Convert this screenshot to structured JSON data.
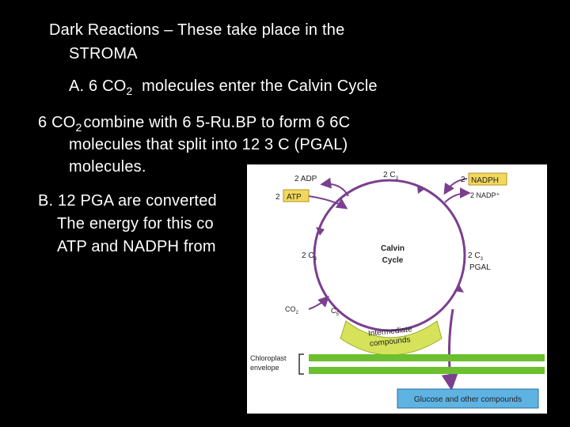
{
  "slide": {
    "line1": "Dark Reactions – These take place in the",
    "line2": "STROMA",
    "point_a_prefix": "A. 6 CO",
    "point_a_sub": "2",
    "point_a_suffix": "molecules enter the Calvin Cycle",
    "p2_prefix": "6 CO",
    "p2_sub": "2",
    "p2_suffix": "combine with 6 5-Ru.BP to form 6 6C",
    "p2_line2": "molecules that split into 12 3 C (PGAL)",
    "p2_line3": "molecules.",
    "b_line1": "B. 12 PGA are converted",
    "b_line2": "The energy for this co",
    "b_line3": "ATP and NADPH from"
  },
  "diagram": {
    "adp": "2 ADP",
    "c3_top_num": "2 C",
    "c3_top_sub": "3",
    "nadph_num": "2",
    "nadph": "NADPH",
    "nadp_plus": "2 NADP⁺",
    "atp_num": "2",
    "atp": "ATP",
    "calvin_line1": "Calvin",
    "calvin_line2": "Cycle",
    "c3_left_num": "2 C",
    "c3_left_sub": "3",
    "c3_right_num": "2 C",
    "c3_right_sub": "3",
    "pgal": "PGAL",
    "co2_main": "CO",
    "co2_sub": "2",
    "c5_main": "C",
    "c5_sub": "5",
    "intermediate_line1": "Intermediate",
    "intermediate_line2": "compounds",
    "chloroplast_line1": "Chloroplast",
    "chloroplast_line2": "envelope",
    "glucose": "Glucose and other compounds"
  },
  "colors": {
    "background": "#000000",
    "text": "#ffffff",
    "highlight_yellow": "#f2d75c",
    "intermediate_green": "#d6e35a",
    "membrane_green": "#6cbf2e",
    "glucose_blue": "#5fb3e3",
    "cycle_purple": "#7a3f8e"
  }
}
